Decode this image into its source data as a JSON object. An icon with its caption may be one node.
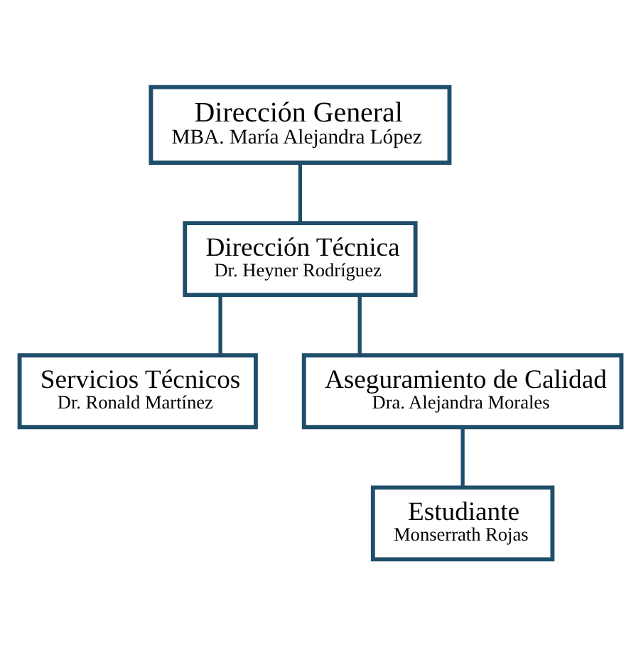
{
  "diagram": {
    "nodes": [
      {
        "text": [
          "Dirección General",
          "MBA. María Alejandra López"
        ]
      },
      {
        "text": [
          "Dirección Técnica",
          "Dr. Heyner Rodríguez"
        ]
      },
      {
        "text": [
          "Servicios Técnicos",
          "Dr. Ronald Martínez"
        ]
      },
      {
        "text": [
          "Aseguramiento de Calidad",
          "Dra. Alejandra Morales"
        ]
      },
      {
        "text": [
          "Estudiante",
          "Monserrath Rojas"
        ]
      }
    ],
    "edges": [
      {
        "from": 0,
        "to": 1,
        "arrow": "none"
      },
      {
        "from": 1,
        "to": 2,
        "arrow": "none"
      },
      {
        "from": 1,
        "to": 3,
        "arrow": "none"
      },
      {
        "from": 3,
        "to": 4,
        "arrow": "none"
      }
    ]
  }
}
